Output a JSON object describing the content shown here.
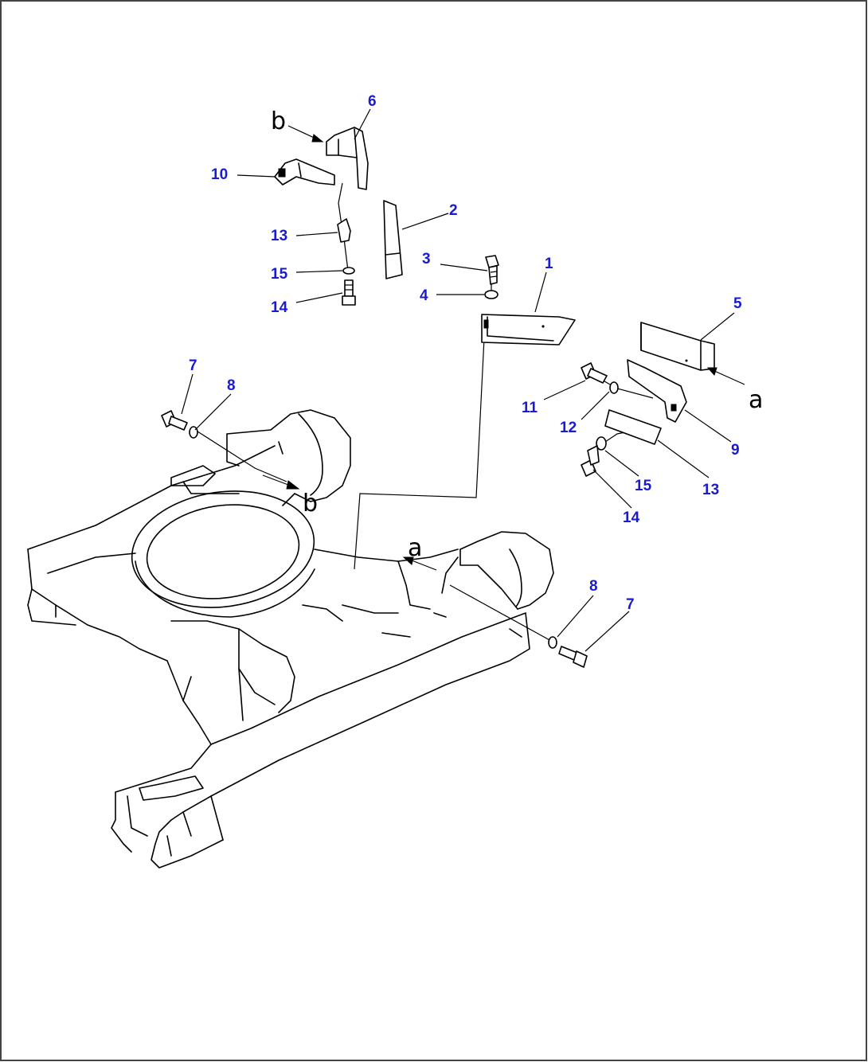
{
  "diagram": {
    "callouts": {
      "c1": "1",
      "c2": "2",
      "c3": "3",
      "c4": "4",
      "c5": "5",
      "c6": "6",
      "c7a": "7",
      "c7b": "7",
      "c8a": "8",
      "c8b": "8",
      "c9": "9",
      "c10": "10",
      "c11": "11",
      "c12": "12",
      "c13a": "13",
      "c13b": "13",
      "c14a": "14",
      "c14b": "14",
      "c15a": "15",
      "c15b": "15"
    },
    "view_letters": {
      "a_right": "a",
      "a_frame": "a",
      "b_top": "b",
      "b_frame": "b"
    },
    "colors": {
      "callout": "#1a1ad0",
      "line": "#000000",
      "background": "#ffffff"
    }
  }
}
